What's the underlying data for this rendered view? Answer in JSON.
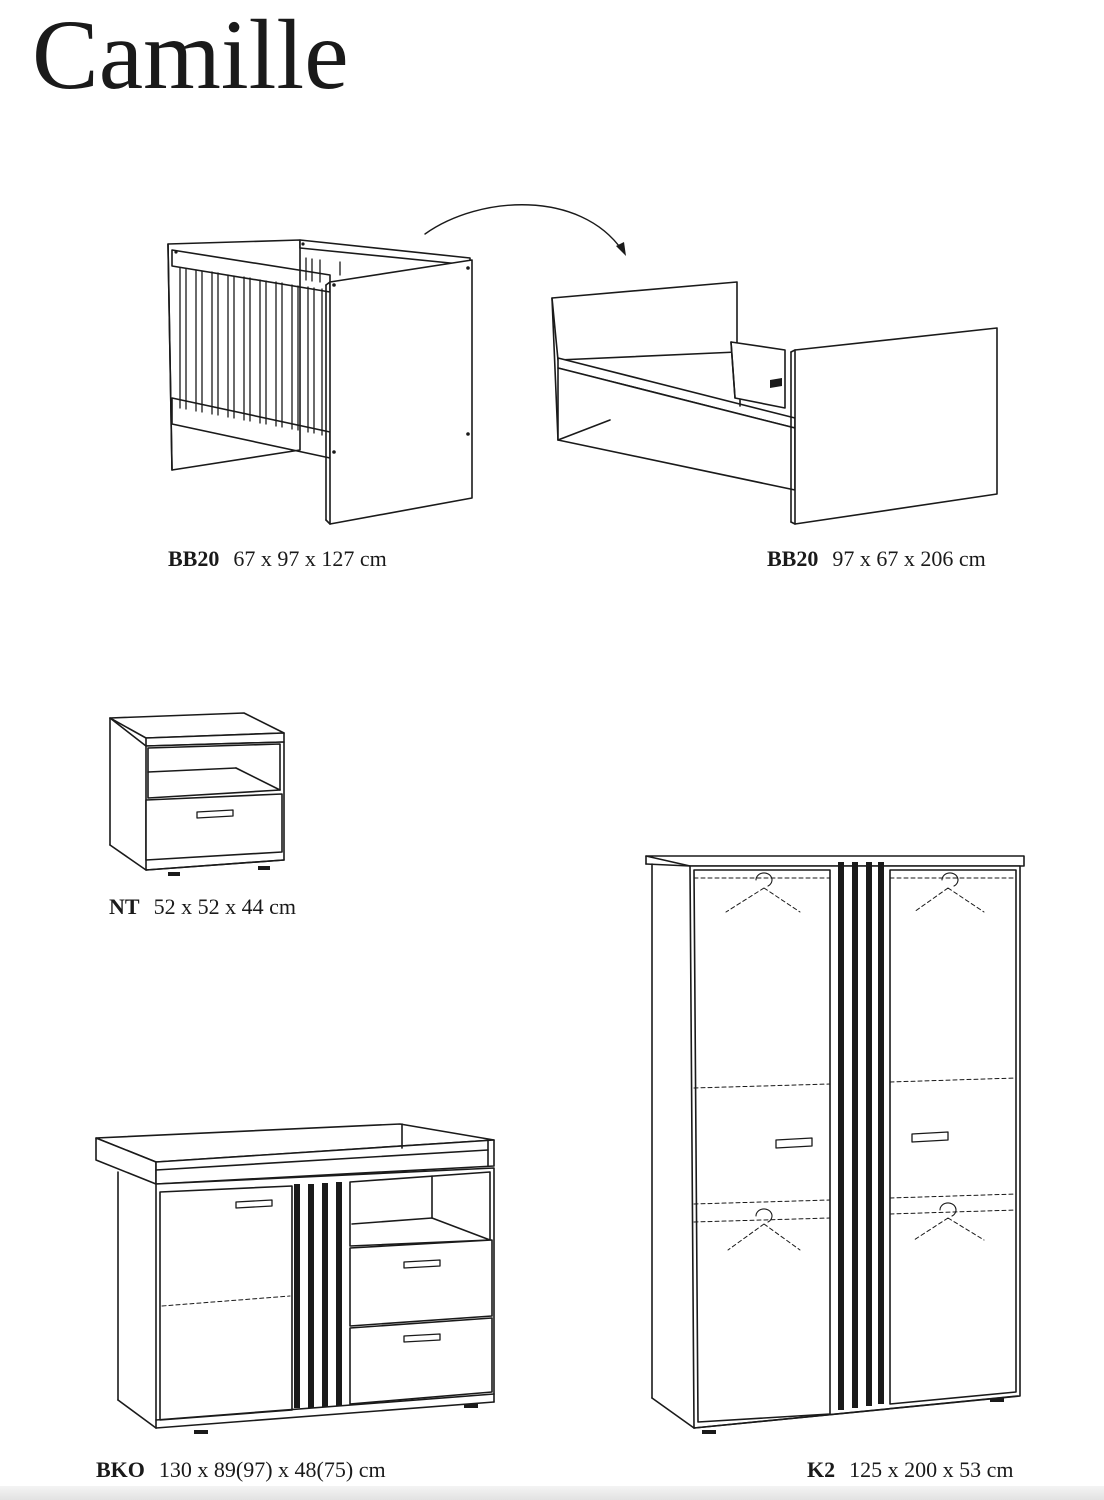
{
  "title": "Camille",
  "products": [
    {
      "code": "BB20",
      "dims": "67 x 97 x 127 cm"
    },
    {
      "code": "BB20",
      "dims": "97 x 67 x 206 cm"
    },
    {
      "code": "NT",
      "dims": "52 x 52 x 44 cm"
    },
    {
      "code": "BKO",
      "dims": "130 x 89(97) x 48(75) cm"
    },
    {
      "code": "K2",
      "dims": "125 x 200 x 53 cm"
    }
  ],
  "colors": {
    "ink": "#1a1a1a",
    "background": "#ffffff"
  }
}
